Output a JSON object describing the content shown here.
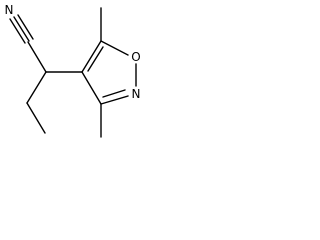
{
  "molecule": {
    "atoms": {
      "nitrile_N": "N",
      "ring_O": "O",
      "ring_N": "N"
    },
    "colors": {
      "ink": "#000000",
      "background": "#ffffff"
    }
  }
}
